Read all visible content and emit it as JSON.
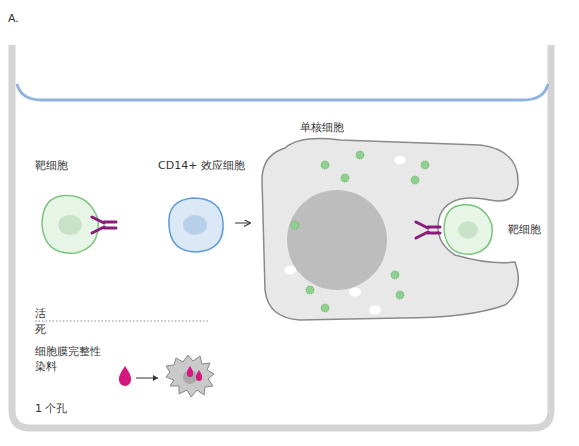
{
  "diagram": {
    "nodes": [
      {
        "text": [
          "靶细胞"
        ]
      },
      {
        "text": [
          "CD14+ 效应细胞"
        ]
      },
      {
        "text": [
          "单核细胞"
        ]
      },
      {
        "text": [
          "靶细胞"
        ],
        "in": 2
      }
    ],
    "edges": [
      {
        "from": 1,
        "to": 2,
        "arrow": "to"
      }
    ],
    "labels": [
      "A.",
      "活",
      "死",
      "细胞膜完整性 染料",
      "1 个孔"
    ]
  }
}
